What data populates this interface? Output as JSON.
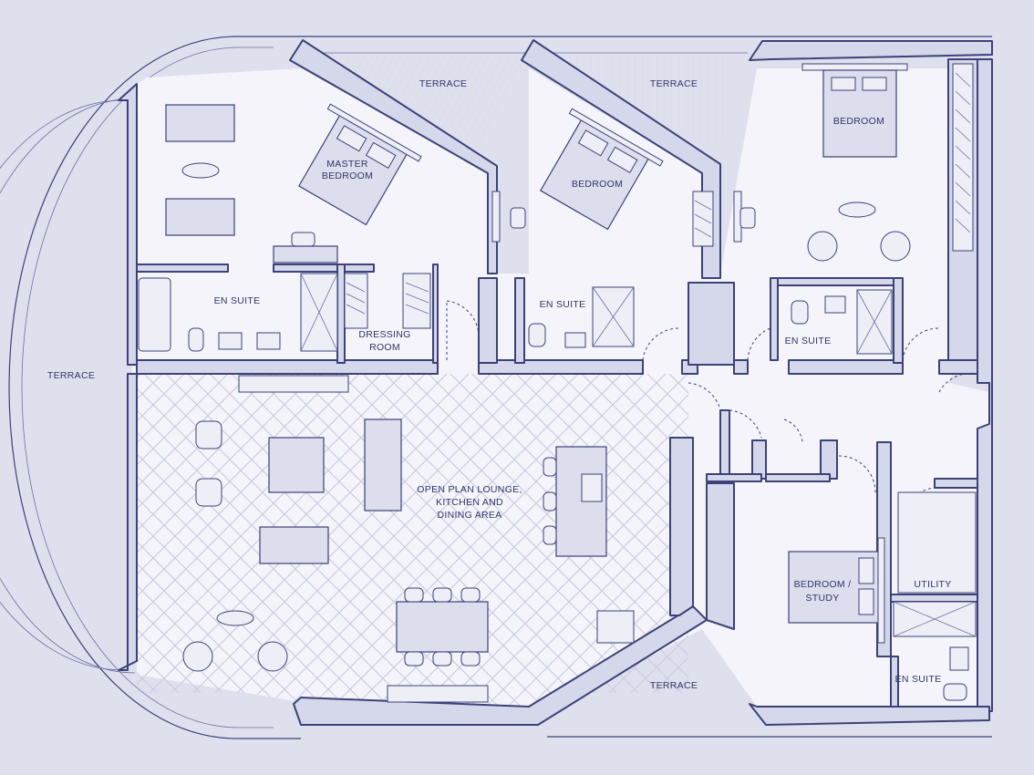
{
  "labels": {
    "terrace_top_left": "TERRACE",
    "terrace_top_right": "TERRACE",
    "terrace_west": "TERRACE",
    "terrace_south": "TERRACE",
    "master_bedroom_1": "MASTER",
    "master_bedroom_2": "BEDROOM",
    "bedroom_middle": "BEDROOM",
    "bedroom_right": "BEDROOM",
    "en_suite_master": "EN SUITE",
    "dressing_room_1": "DRESSING",
    "dressing_room_2": "ROOM",
    "en_suite_middle": "EN SUITE",
    "en_suite_right": "EN SUITE",
    "open_plan_1": "OPEN PLAN LOUNGE,",
    "open_plan_2": "KITCHEN AND",
    "open_plan_3": "DINING AREA",
    "bedroom_study_1": "BEDROOM /",
    "bedroom_study_2": "STUDY",
    "utility": "UTILITY",
    "en_suite_study": "EN SUITE"
  },
  "colors": {
    "background": "#dfe0ee",
    "line": "#3b4278",
    "floor": "#f4f4fa"
  }
}
